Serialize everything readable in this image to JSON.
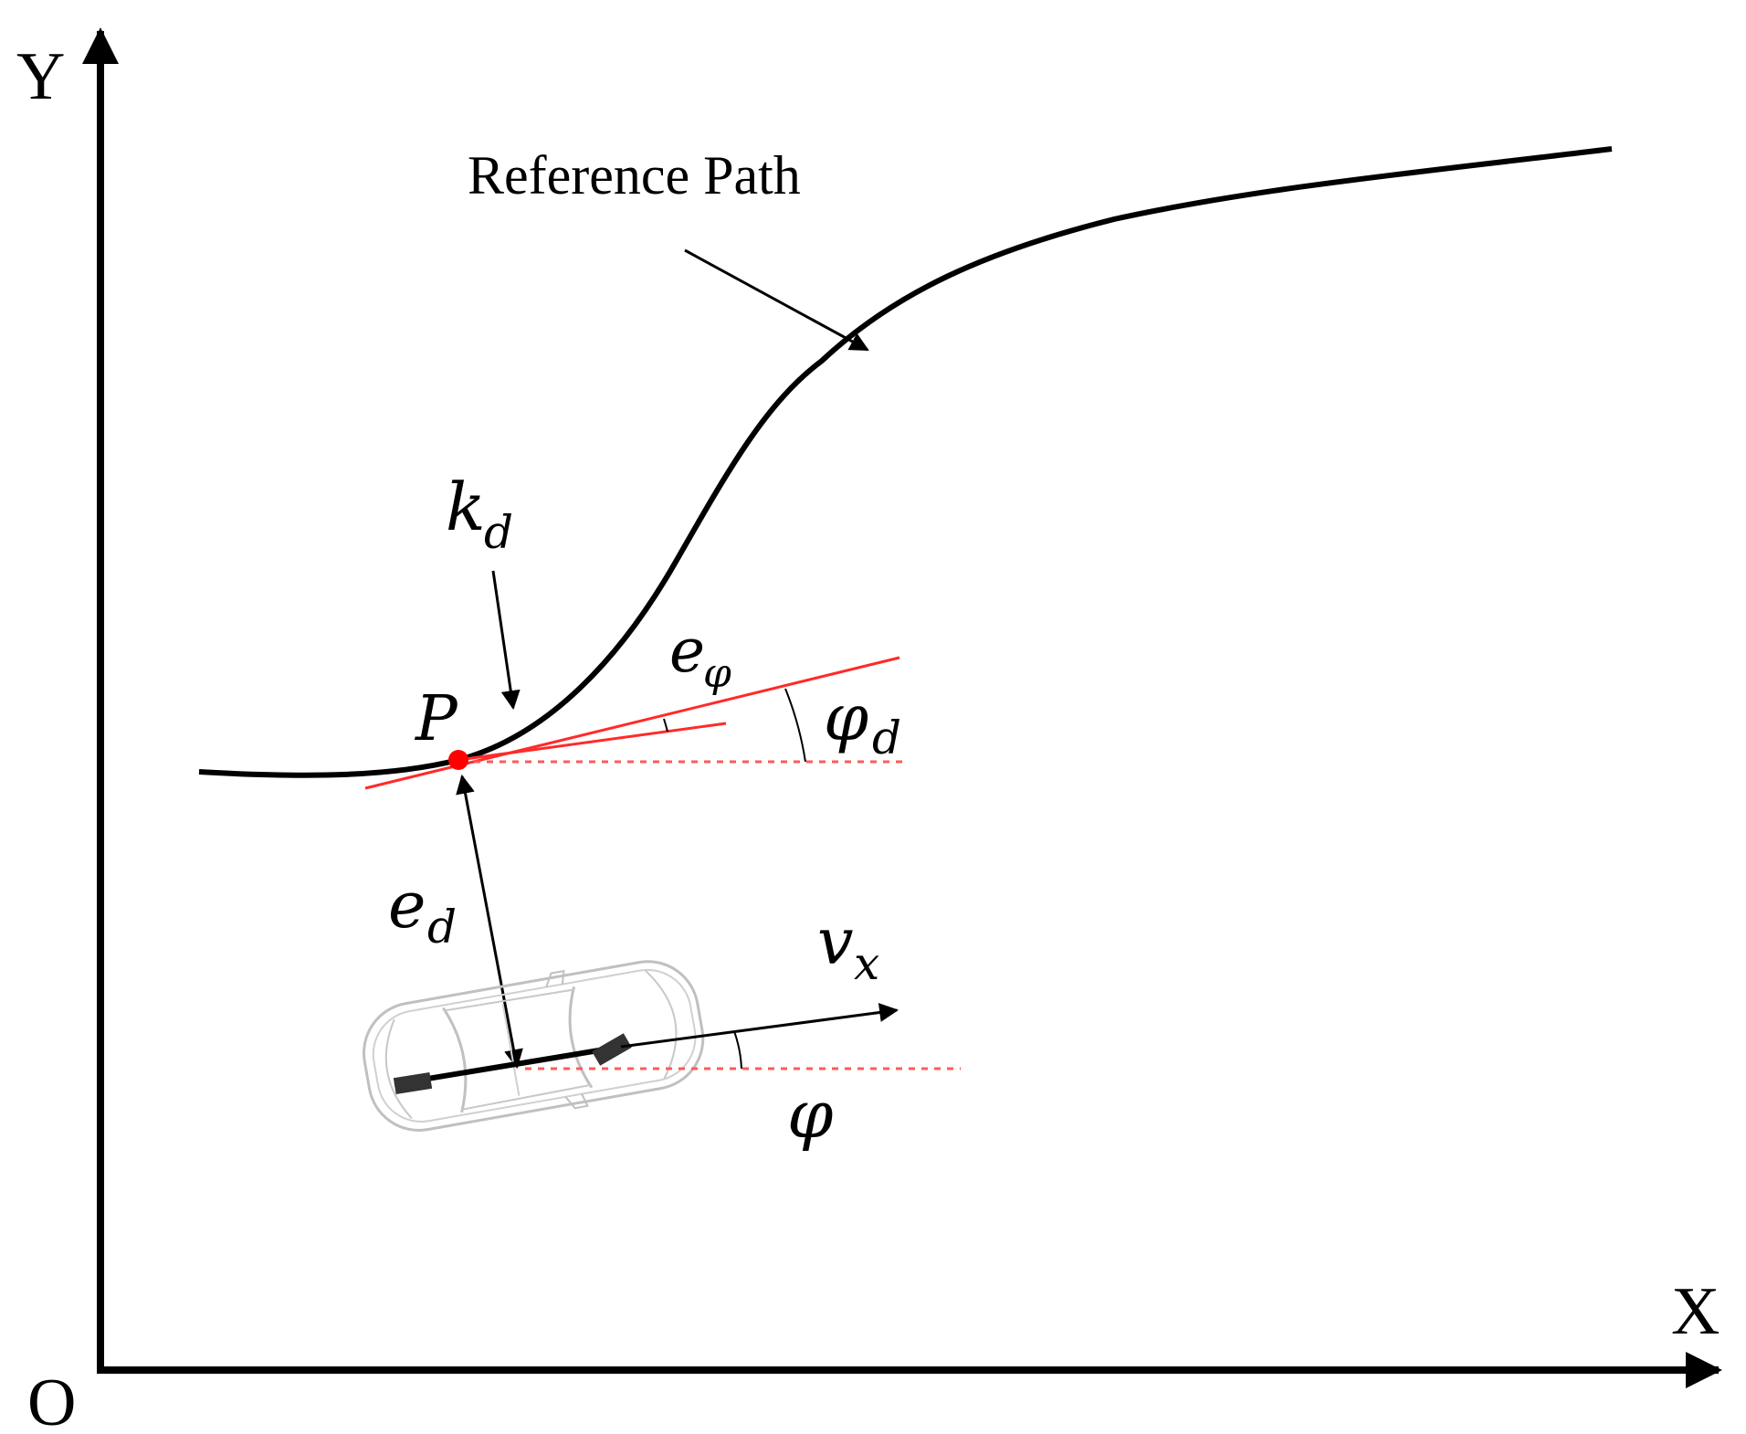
{
  "axes": {
    "y_label": "Y",
    "x_label": "X",
    "origin_label": "O"
  },
  "path": {
    "label": "Reference Path",
    "color": "#000000"
  },
  "labels": {
    "point": "P",
    "curvature_base": "k",
    "curvature_sub": "d",
    "heading_error_base": "e",
    "heading_error_sub": "φ",
    "path_heading_base": "φ",
    "path_heading_sub": "d",
    "lateral_error_base": "e",
    "lateral_error_sub": "d",
    "velocity_base": "v",
    "velocity_sub": "x",
    "vehicle_heading": "φ"
  },
  "colors": {
    "tangent_line": "#ff2a2a",
    "reference_point": "#ff0000",
    "dashed_reference": "#ff5a5a",
    "vehicle_outline": "#b8b8b8",
    "axis": "#000000"
  },
  "icons": {
    "vehicle": "car-top-view-icon"
  }
}
